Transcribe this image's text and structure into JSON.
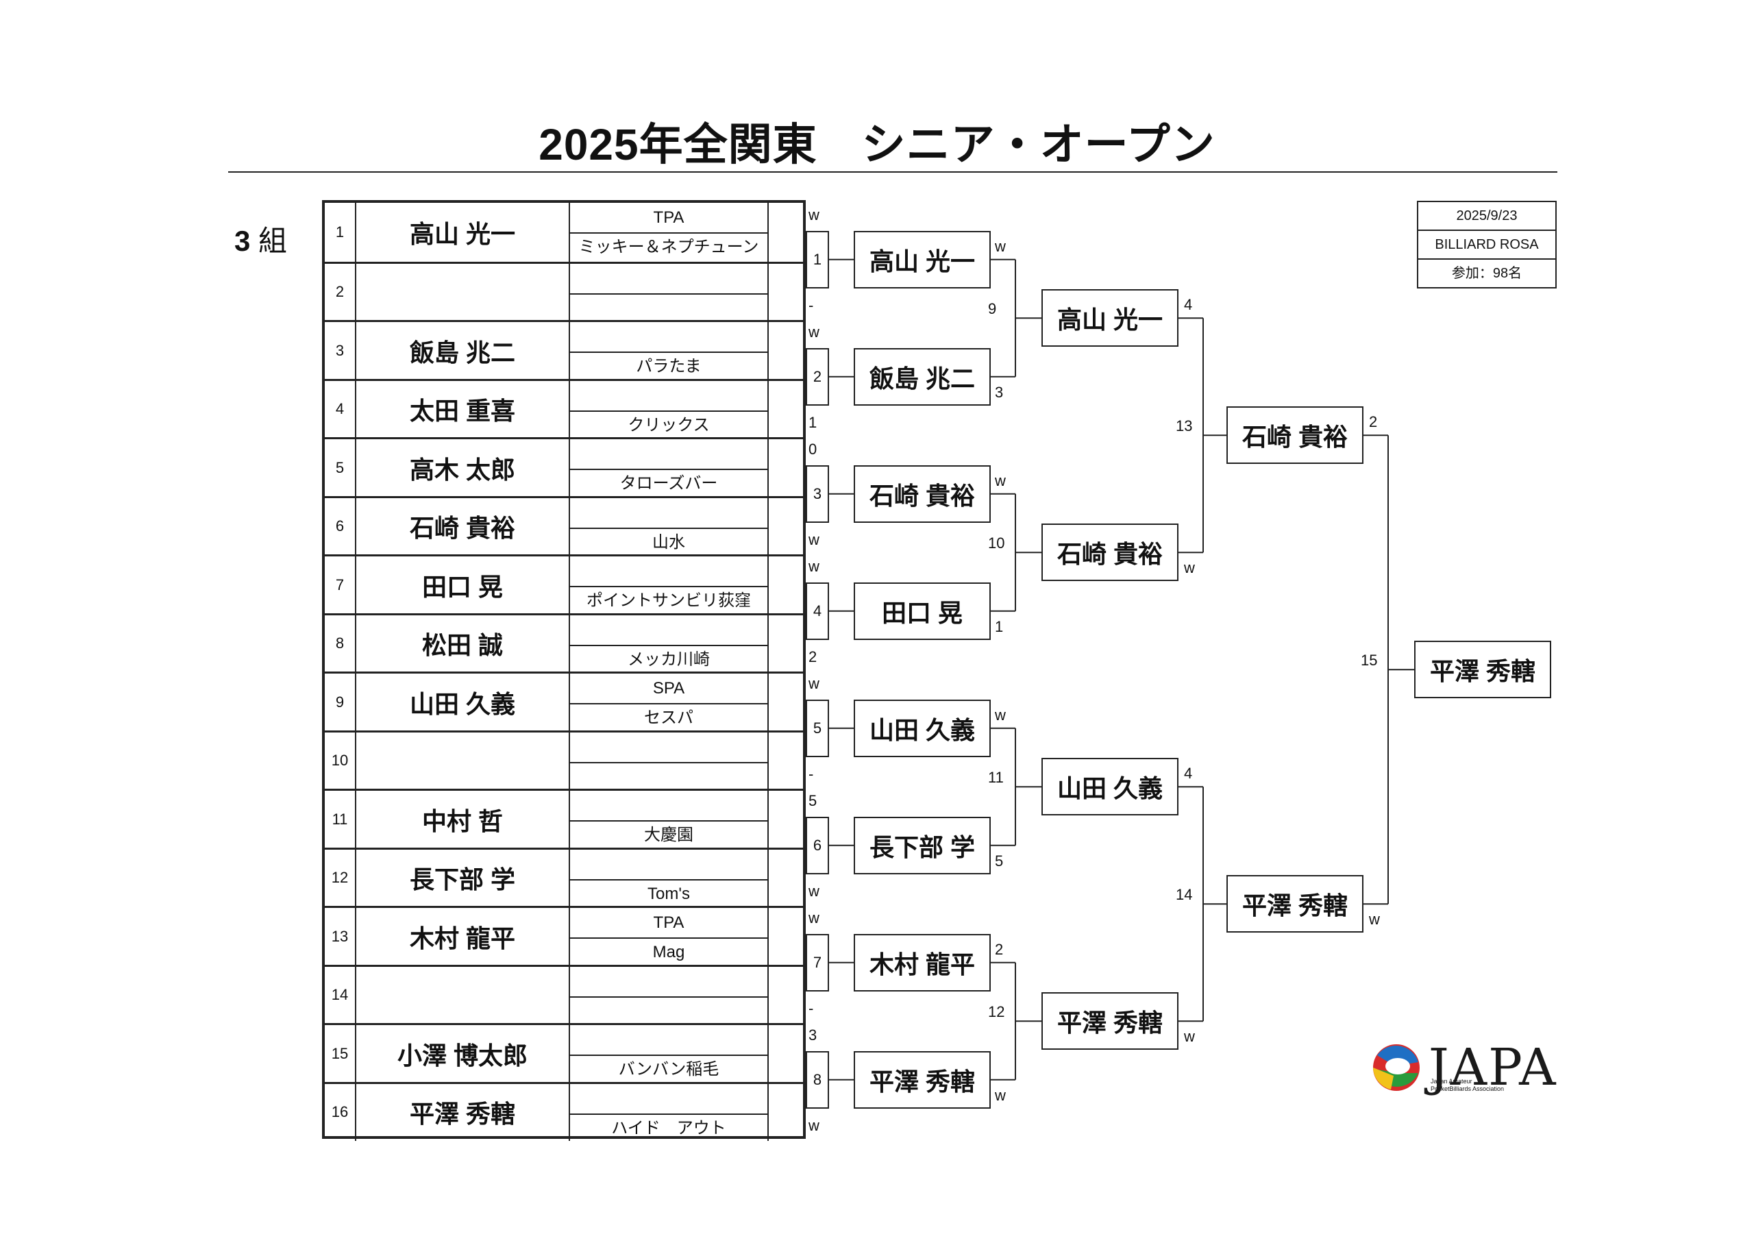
{
  "title": "2025年全関東　シニア・オープン",
  "group": {
    "number": "3",
    "label": "組"
  },
  "info": {
    "date": "2025/9/23",
    "venue": "BILLIARD ROSA",
    "participants": "参加：98名"
  },
  "players": [
    {
      "num": "1",
      "name": "高山 光一",
      "club_top": "TPA",
      "club_bot": "ミッキー＆ネプチューン"
    },
    {
      "num": "2",
      "name": "",
      "club_top": "",
      "club_bot": ""
    },
    {
      "num": "3",
      "name": "飯島 兆二",
      "club_top": "",
      "club_bot": "パラたま"
    },
    {
      "num": "4",
      "name": "太田 重喜",
      "club_top": "",
      "club_bot": "クリックス"
    },
    {
      "num": "5",
      "name": "高木 太郎",
      "club_top": "",
      "club_bot": "タローズバー"
    },
    {
      "num": "6",
      "name": "石崎 貴裕",
      "club_top": "",
      "club_bot": "山水"
    },
    {
      "num": "7",
      "name": "田口 晃",
      "club_top": "",
      "club_bot": "ポイントサンビリ荻窪"
    },
    {
      "num": "8",
      "name": "松田 誠",
      "club_top": "",
      "club_bot": "メッカ川崎"
    },
    {
      "num": "9",
      "name": "山田 久義",
      "club_top": "SPA",
      "club_bot": "セスパ"
    },
    {
      "num": "10",
      "name": "",
      "club_top": "",
      "club_bot": ""
    },
    {
      "num": "11",
      "name": "中村 哲",
      "club_top": "",
      "club_bot": "大慶園"
    },
    {
      "num": "12",
      "name": "長下部 学",
      "club_top": "",
      "club_bot": "Tom's"
    },
    {
      "num": "13",
      "name": "木村 龍平",
      "club_top": "TPA",
      "club_bot": "Mag"
    },
    {
      "num": "14",
      "name": "",
      "club_top": "",
      "club_bot": ""
    },
    {
      "num": "15",
      "name": "小澤 博太郎",
      "club_top": "",
      "club_bot": "バンバン稲毛"
    },
    {
      "num": "16",
      "name": "平澤 秀轄",
      "club_top": "",
      "club_bot": "ハイド　アウト"
    }
  ],
  "round1": [
    {
      "match": "1",
      "top_score": "w",
      "bottom_score": "-"
    },
    {
      "match": "2",
      "top_score": "w",
      "bottom_score": "1"
    },
    {
      "match": "3",
      "top_score": "0",
      "bottom_score": "w"
    },
    {
      "match": "4",
      "top_score": "w",
      "bottom_score": "2"
    },
    {
      "match": "5",
      "top_score": "w",
      "bottom_score": "-"
    },
    {
      "match": "6",
      "top_score": "5",
      "bottom_score": "w"
    },
    {
      "match": "7",
      "top_score": "w",
      "bottom_score": "-"
    },
    {
      "match": "8",
      "top_score": "3",
      "bottom_score": "w"
    }
  ],
  "round2": [
    {
      "name": "高山 光一",
      "score": "w"
    },
    {
      "name": "飯島 兆二",
      "score": "3"
    },
    {
      "name": "石崎 貴裕",
      "score": "w"
    },
    {
      "name": "田口 晃",
      "score": "1"
    },
    {
      "name": "山田 久義",
      "score": "w"
    },
    {
      "name": "長下部 学",
      "score": "5"
    },
    {
      "name": "木村 龍平",
      "score": "2"
    },
    {
      "name": "平澤 秀轄",
      "score": "w"
    }
  ],
  "round2_matches": [
    "9",
    "10",
    "11",
    "12"
  ],
  "round3": [
    {
      "name": "高山 光一",
      "score": "4"
    },
    {
      "name": "石崎 貴裕",
      "score": "w"
    },
    {
      "name": "山田 久義",
      "score": "4"
    },
    {
      "name": "平澤 秀轄",
      "score": "w"
    }
  ],
  "round3_matches": [
    "13",
    "14"
  ],
  "round4": [
    {
      "name": "石崎 貴裕",
      "score": "2"
    },
    {
      "name": "平澤 秀轄",
      "score": "w"
    }
  ],
  "final_match": "15",
  "winner": {
    "name": "平澤 秀轄"
  },
  "logo": {
    "text": "JAPA",
    "sub_line1": "Japan Amateur",
    "sub_line2": "PocketBilliards Association"
  }
}
